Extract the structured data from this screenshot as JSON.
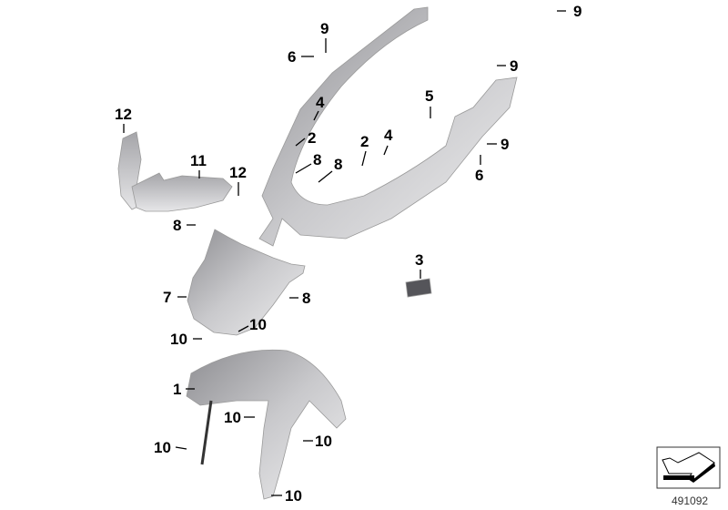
{
  "diagram_id": "491092",
  "callouts": [
    "9",
    "9",
    "6",
    "9",
    "4",
    "5",
    "12",
    "2",
    "2",
    "4",
    "9",
    "8",
    "8",
    "11",
    "12",
    "6",
    "3",
    "8",
    "7",
    "8",
    "10",
    "10",
    "1",
    "10",
    "10",
    "10",
    "10"
  ],
  "colors": {
    "part_dark": "#8e8e92",
    "part_mid": "#b9b9bd",
    "part_light": "#e4e4e6",
    "line": "#000000"
  }
}
